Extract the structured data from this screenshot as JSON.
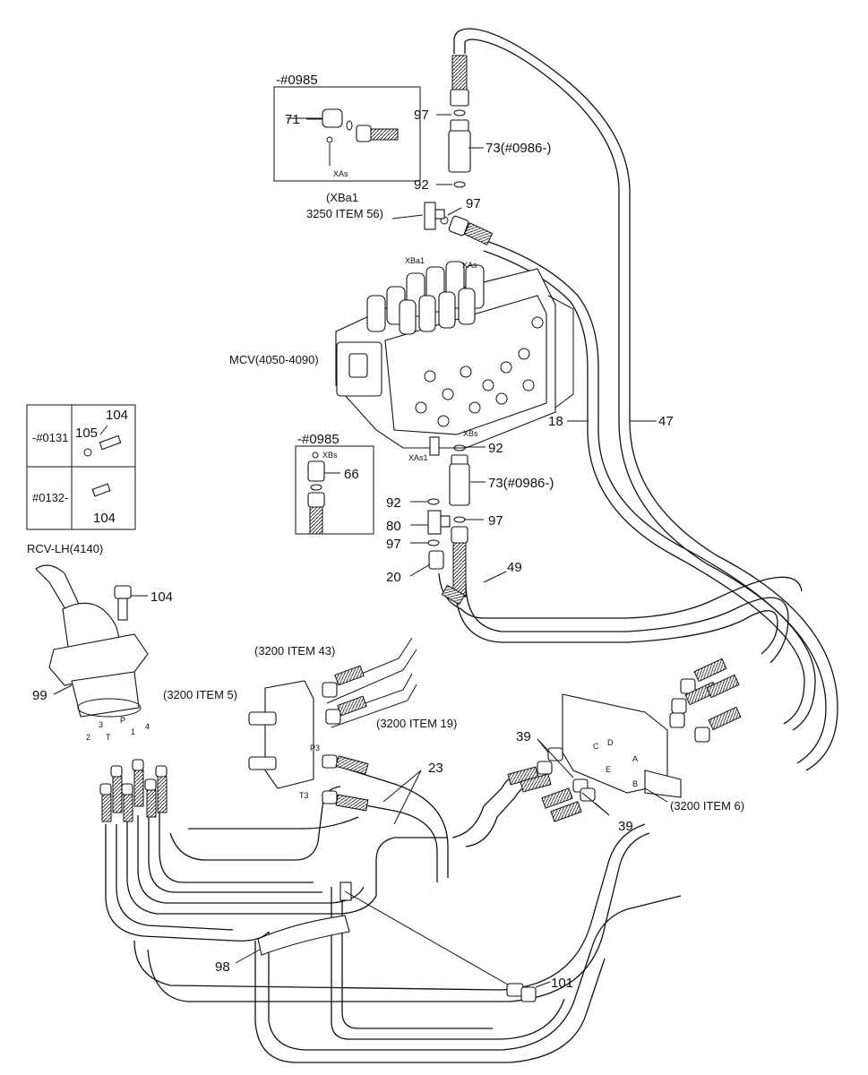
{
  "callouts": {
    "n71": "71",
    "n97a": "97",
    "n73a": "73(#0986-)",
    "n92a": "92",
    "n97b": "97",
    "xba1_ref": "(XBa1",
    "item56_ref": "3250 ITEM 56)",
    "xba1_port": "XBa1",
    "xas_port_top": "XAs",
    "xas_inset": "XAs",
    "mcv": "MCV(4050-4090)",
    "n18": "18",
    "n47": "47",
    "n92b": "92",
    "xbs_port": "XBs",
    "xas1_port": "XAs1",
    "n73b": "73(#0986-)",
    "n92c": "92",
    "n80": "80",
    "n97c": "97",
    "n97d": "97",
    "n20": "20",
    "n49": "49",
    "n66": "66",
    "xbs_inset": "XBs",
    "rcv": "RCV-LH(4140)",
    "n104": "104",
    "n99": "99",
    "item43": "(3200 ITEM 43)",
    "item5": "(3200 ITEM 5)",
    "item19": "(3200 ITEM 19)",
    "p3": "P3",
    "t3": "T3",
    "n23": "23",
    "n39a": "39",
    "n39b": "39",
    "item6": "(3200 ITEM 6)",
    "port_a": "A",
    "port_b": "B",
    "port_c": "C",
    "port_d": "D",
    "port_e": "E",
    "pin2": "2",
    "pin3": "3",
    "pinT": "T",
    "pinP": "P",
    "pin1": "1",
    "pin4": "4",
    "n98": "98",
    "n101": "101"
  },
  "insets": {
    "top_serial": "-#0985",
    "mid_serial": "-#0985"
  },
  "serial_table": {
    "row1_serial": "-#0131",
    "row1_part_a": "105",
    "row1_part_b": "104",
    "row2_serial": "#0132-",
    "row2_part": "104"
  }
}
